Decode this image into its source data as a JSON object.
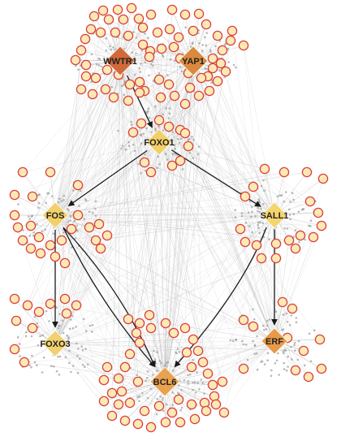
{
  "hubs": [
    {
      "id": "WWTR1",
      "label": "WWTR1",
      "color": "#d2693a"
    },
    {
      "id": "YAP1",
      "label": "YAP1",
      "color": "#d98a3d"
    },
    {
      "id": "FOXO1",
      "label": "FOXO1",
      "color": "#f2cf68"
    },
    {
      "id": "FOS",
      "label": "FOS",
      "color": "#f1d06a"
    },
    {
      "id": "SALL1",
      "label": "SALL1",
      "color": "#f4d56e"
    },
    {
      "id": "FOXO3",
      "label": "FOXO3",
      "color": "#f1d070"
    },
    {
      "id": "ERF",
      "label": "ERF",
      "color": "#e89a48"
    },
    {
      "id": "BCL6",
      "label": "BCL6",
      "color": "#eaa24e"
    }
  ],
  "regulatory_edges": [
    {
      "from": "WWTR1",
      "to": "FOXO1"
    },
    {
      "from": "FOXO1",
      "to": "FOS"
    },
    {
      "from": "FOXO1",
      "to": "SALL1"
    },
    {
      "from": "FOS",
      "to": "FOXO3"
    },
    {
      "from": "FOS",
      "to": "BCL6"
    },
    {
      "from": "FOS",
      "to": "BCL6"
    },
    {
      "from": "SALL1",
      "to": "BCL6"
    },
    {
      "from": "SALL1",
      "to": "ERF"
    }
  ],
  "style": {
    "target_fill": "#fde9b6",
    "target_stroke": "#d9403a",
    "hub_label_color": "#222222",
    "arrow_color": "#1a1a1a",
    "background_edge_color": "#bbbbbb",
    "satellite_color": "#9a9a9a"
  }
}
